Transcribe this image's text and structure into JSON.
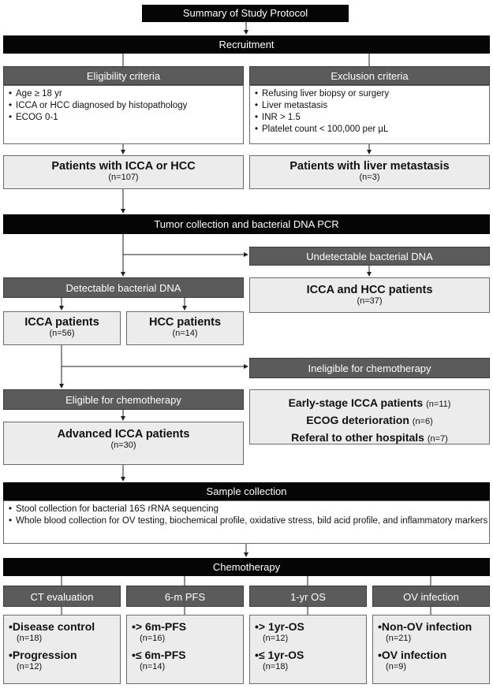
{
  "title": "Summary of Study Protocol",
  "recruitment": "Recruitment",
  "eligibility": {
    "header": "Eligibility criteria",
    "items": [
      "Age ≥ 18 yr",
      "ICCA or HCC diagnosed by histopathology",
      "ECOG 0-1"
    ]
  },
  "exclusion": {
    "header": "Exclusion criteria",
    "items": [
      "Refusing liver biopsy or surgery",
      "Liver metastasis",
      "INR > 1.5",
      "Platelet count < 100,000 per µL"
    ]
  },
  "patients_icca_hcc": {
    "label": "Patients with ICCA or HCC",
    "n": "(n=107)"
  },
  "patients_metastasis": {
    "label": "Patients with liver metastasis",
    "n": "(n=3)"
  },
  "tumor_collection": "Tumor collection and bacterial DNA PCR",
  "undetectable": {
    "header": "Undetectable bacterial DNA",
    "label": "ICCA and HCC patients",
    "n": "(n=37)"
  },
  "detectable": {
    "header": "Detectable bacterial DNA"
  },
  "icca_patients": {
    "label": "ICCA patients",
    "n": "(n=56)"
  },
  "hcc_patients": {
    "label": "HCC patients",
    "n": "(n=14)"
  },
  "ineligible": {
    "header": "Ineligible for chemotherapy",
    "items": [
      {
        "label": "Early-stage ICCA patients",
        "n": "(n=11)"
      },
      {
        "label": "ECOG deterioration",
        "n": "(n=6)"
      },
      {
        "label": "Referal to other hospitals",
        "n": "(n=7)"
      }
    ]
  },
  "eligible": {
    "header": "Eligible for chemotherapy",
    "label": "Advanced ICCA patients",
    "n": "(n=30)"
  },
  "sample": {
    "header": "Sample collection",
    "items": [
      "Stool collection for bacterial 16S rRNA sequencing",
      "Whole blood collection for OV testing, biochemical profile, oxidative stress, bild acid profile, and inflammatory markers"
    ]
  },
  "chemotherapy": "Chemotherapy",
  "outcomes": [
    {
      "header": "CT evaluation",
      "items": [
        {
          "label": "Disease control",
          "n": "(n=18)"
        },
        {
          "label": "Progression",
          "n": "(n=12)"
        }
      ]
    },
    {
      "header": "6-m PFS",
      "items": [
        {
          "label": "> 6m-PFS",
          "n": "(n=16)"
        },
        {
          "label": "≤ 6m-PFS",
          "n": "(n=14)"
        }
      ]
    },
    {
      "header": "1-yr OS",
      "items": [
        {
          "label": "> 1yr-OS",
          "n": "(n=12)"
        },
        {
          "label": "≤ 1yr-OS",
          "n": "(n=18)"
        }
      ]
    },
    {
      "header": "OV infection",
      "items": [
        {
          "label": "Non-OV infection",
          "n": "(n=21)"
        },
        {
          "label": "OV infection",
          "n": "(n=9)"
        }
      ]
    }
  ]
}
